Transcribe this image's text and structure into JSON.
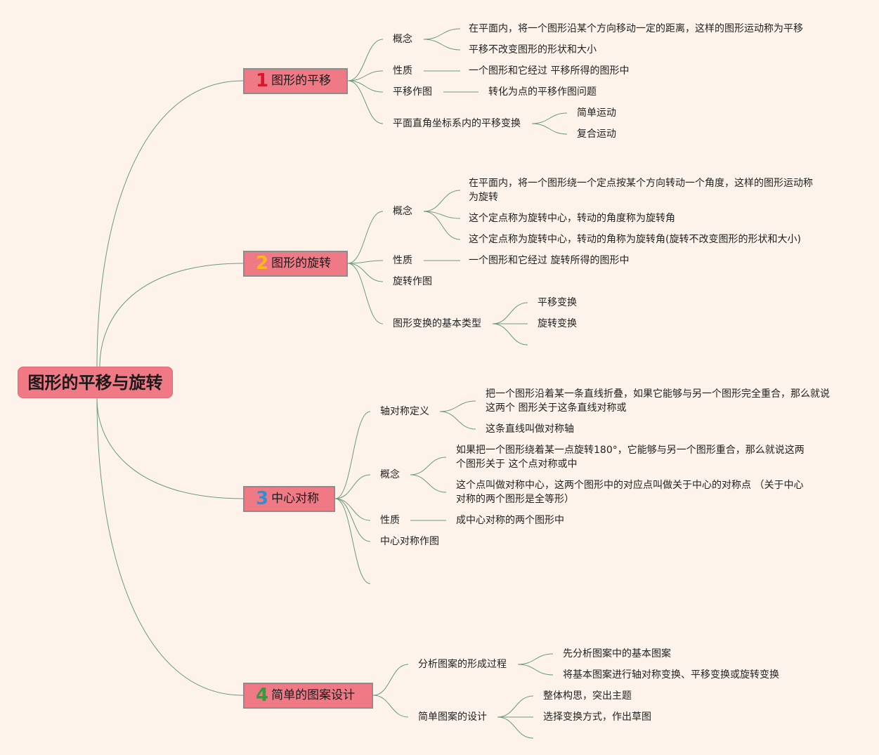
{
  "colors": {
    "background": "#fdf3ea",
    "node_fill": "#ef7a86",
    "line": "#6a9a7f",
    "num1": "#d9172b",
    "num2": "#f6b81c",
    "num3": "#2f8fd6",
    "num4": "#2e9e3a"
  },
  "root": {
    "label": "图形的平移与旋转"
  },
  "branches": [
    {
      "number": "1",
      "title": "图形的平移",
      "children": [
        {
          "label": "概念",
          "items": [
            "在平面内，将一个图形沿某个方向移动一定的距离，这样的图形运动称为平移",
            "平移不改变图形的形状和大小"
          ]
        },
        {
          "label": "性质",
          "items": [
            "一个图形和它经过 平移所得的图形中"
          ]
        },
        {
          "label": "平移作图",
          "items": [
            "转化为点的平移作图问题"
          ]
        },
        {
          "label": "平面直角坐标系内的平移变换",
          "items": [
            "简单运动",
            "复合运动"
          ]
        }
      ]
    },
    {
      "number": "2",
      "title": "图形的旋转",
      "children": [
        {
          "label": "概念",
          "items": [
            "在平面内，将一个图形绕一个定点按某个方向转动一个角度，这样的图形运动称为旋转",
            "这个定点称为旋转中心，转动的角度称为旋转角",
            "这个定点称为旋转中心，转动的角称为旋转角(旋转不改变图形的形状和大小)"
          ]
        },
        {
          "label": "性质",
          "items": [
            "一个图形和它经过 旋转所得的图形中"
          ]
        },
        {
          "label": "旋转作图",
          "items": []
        },
        {
          "label": "图形变换的基本类型",
          "items": [
            "平移变换",
            "旋转变换"
          ]
        }
      ]
    },
    {
      "number": "3",
      "title": "中心对称",
      "children": [
        {
          "label": "轴对称定义",
          "items": [
            "把一个图形沿着某一条直线折叠，如果它能够与另一个图形完全重合，那么就说这两个 图形关于这条直线对称或",
            "这条直线叫做对称轴"
          ]
        },
        {
          "label": "概念",
          "items": [
            "如果把一个图形绕着某一点旋转180°，它能够与另一个图形重合，那么就说这两个图形关于 这个点对称或中",
            "这个点叫做对称中心，这两个图形中的对应点叫做关于中心的对称点 （关于中心对称的两个图形是全等形）"
          ]
        },
        {
          "label": "性质",
          "items": [
            "成中心对称的两个图形中"
          ]
        },
        {
          "label": "中心对称作图",
          "items": []
        }
      ]
    },
    {
      "number": "4",
      "title": "简单的图案设计",
      "children": [
        {
          "label": "分析图案的形成过程",
          "items": [
            "先分析图案中的基本图案",
            "将基本图案进行轴对称变换、平移变换或旋转变换"
          ]
        },
        {
          "label": "简单图案的设计",
          "items": [
            "整体构思，突出主题",
            "选择变换方式，作出草图"
          ]
        }
      ]
    }
  ]
}
